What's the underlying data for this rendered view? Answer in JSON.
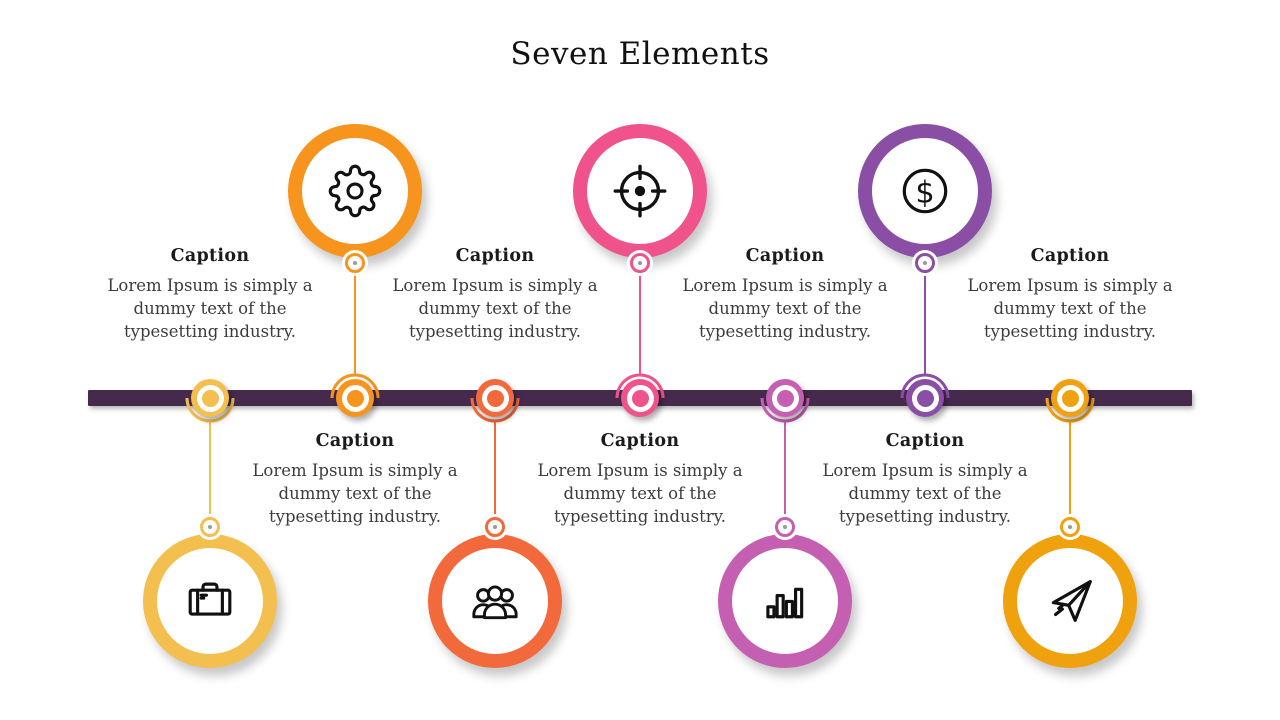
{
  "title": "Seven Elements",
  "colors": {
    "timeline_bar": "#462A4E",
    "title_text": "#111111",
    "caption_text": "#1B1B1B",
    "body_text": "#3C3C3C",
    "icon_stroke": "#111111",
    "small_ring_dot": "#9A9A9A"
  },
  "caption_label": "Caption",
  "body_label": "Lorem Ipsum is simply a dummy text of the typesetting industry.",
  "elements": [
    {
      "id": "briefcase",
      "icon": "briefcase-icon",
      "color": "#F3BF4F",
      "circle_position": "below-timeline",
      "text_position": "above-timeline",
      "caption": "Caption",
      "body": "Lorem Ipsum is simply a dummy text of the typesetting industry."
    },
    {
      "id": "gear",
      "icon": "gear-icon",
      "color": "#F7941D",
      "circle_position": "above-timeline",
      "text_position": "below-timeline",
      "caption": "Caption",
      "body": "Lorem Ipsum is simply a dummy text of the typesetting industry."
    },
    {
      "id": "people",
      "icon": "people-icon",
      "color": "#F26A3B",
      "circle_position": "below-timeline",
      "text_position": "above-timeline",
      "caption": "Caption",
      "body": "Lorem Ipsum is simply a dummy text of the typesetting industry."
    },
    {
      "id": "target",
      "icon": "target-icon",
      "color": "#F0538C",
      "circle_position": "above-timeline",
      "text_position": "below-timeline",
      "caption": "Caption",
      "body": "Lorem Ipsum is simply a dummy text of the typesetting industry."
    },
    {
      "id": "bar-chart",
      "icon": "bar-chart-icon",
      "color": "#C45FB1",
      "circle_position": "below-timeline",
      "text_position": "above-timeline",
      "caption": "Caption",
      "body": "Lorem Ipsum is simply a dummy text of the typesetting industry."
    },
    {
      "id": "dollar",
      "icon": "dollar-coin-icon",
      "color": "#8B4EA5",
      "circle_position": "above-timeline",
      "text_position": "below-timeline",
      "caption": "Caption",
      "body": "Lorem Ipsum is simply a dummy text of the typesetting industry."
    },
    {
      "id": "paper-plane",
      "icon": "paper-plane-icon",
      "color": "#F0A10E",
      "circle_position": "below-timeline",
      "text_position": "above-timeline",
      "caption": "Caption",
      "body": "Lorem Ipsum is simply a dummy text of the typesetting industry."
    }
  ]
}
